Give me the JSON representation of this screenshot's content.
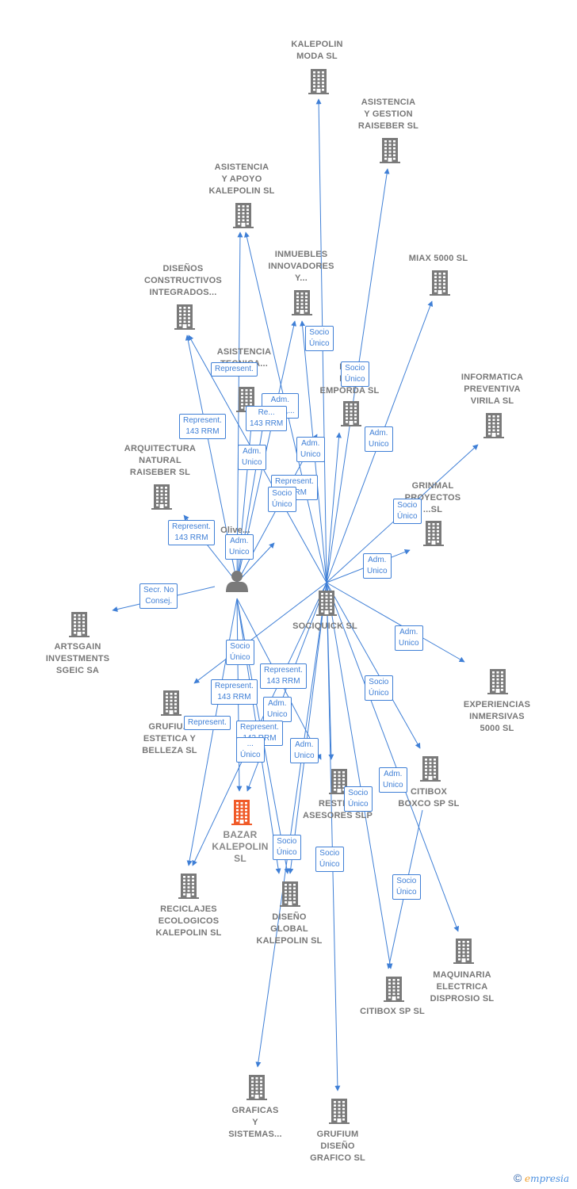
{
  "nodes": [
    {
      "id": "kalepolin_moda",
      "label": "KALEPOLIN\nMODA  SL",
      "type": "company"
    },
    {
      "id": "asistencia_gestion",
      "label": "ASISTENCIA\nY GESTION\nRAISEBER  SL",
      "type": "company"
    },
    {
      "id": "asistencia_apoyo",
      "label": "ASISTENCIA\nY APOYO\nKALEPOLIN  SL",
      "type": "company"
    },
    {
      "id": "inmuebles",
      "label": "INMUEBLES\nINNOVADORES\nY...",
      "type": "company"
    },
    {
      "id": "miax",
      "label": "MIAX 5000  SL",
      "type": "company"
    },
    {
      "id": "disenos",
      "label": "DISEÑOS\nCONSTRUCTIVOS\nINTEGRADOS...",
      "type": "company"
    },
    {
      "id": "asistencia_tecnica",
      "label": "ASISTENCIA\nTECNICA...",
      "type": "company"
    },
    {
      "id": "re_emporda",
      "label": "RE...\nDE...\nEMPORDA  SL",
      "type": "company"
    },
    {
      "id": "informatica",
      "label": "INFORMATICA\nPREVENTIVA\nVIRILA  SL",
      "type": "company"
    },
    {
      "id": "arquitectura",
      "label": "ARQUITECTURA\nNATURAL\nRAISEBER  SL",
      "type": "company"
    },
    {
      "id": "grinmal",
      "label": "GRINMAL\nPROYECTOS\n...SL",
      "type": "company"
    },
    {
      "id": "person",
      "label": "Olive...\nA...",
      "type": "person"
    },
    {
      "id": "socioquick",
      "label": "SOCIQUICK  SL",
      "type": "company"
    },
    {
      "id": "artsgain",
      "label": "ARTSGAIN\nINVESTMENTS\nSGEIC SA",
      "type": "company"
    },
    {
      "id": "experiencias",
      "label": "EXPERIENCIAS\nINMERSIVAS\n5000  SL",
      "type": "company"
    },
    {
      "id": "grufium_estetica",
      "label": "GRUFIU...\nESTETICA Y\nBELLEZA  SL",
      "type": "company"
    },
    {
      "id": "citibox_boxco",
      "label": "CITIBOX\nBOXCO SP  SL",
      "type": "company"
    },
    {
      "id": "restr_asesores",
      "label": "RESTR...\nASESORES SLP",
      "type": "company"
    },
    {
      "id": "bazar",
      "label": "BAZAR\nKALEPOLIN\nSL",
      "type": "focus"
    },
    {
      "id": "reciclajes",
      "label": "RECICLAJES\nECOLOGICOS\nKALEPOLIN  SL",
      "type": "company"
    },
    {
      "id": "diseno_global",
      "label": "DISEÑO\nGLOBAL\nKALEPOLIN  SL",
      "type": "company"
    },
    {
      "id": "maquinaria",
      "label": "MAQUINARIA\nELECTRICA\nDISPROSIO  SL",
      "type": "company"
    },
    {
      "id": "citibox_sp",
      "label": "CITIBOX SP  SL",
      "type": "company"
    },
    {
      "id": "graficas",
      "label": "GRAFICAS\nY\nSISTEMAS...",
      "type": "company"
    },
    {
      "id": "grufium_diseno",
      "label": "GRUFIUM\nDISEÑO\nGRAFICO  SL",
      "type": "company"
    }
  ],
  "relations": [
    {
      "label": "Socio\nÚnico"
    },
    {
      "label": "Socio\nÚnico"
    },
    {
      "label": "Represent."
    },
    {
      "label": "Adm.\nUnico,..."
    },
    {
      "label": "Re...\n143 RRM"
    },
    {
      "label": "Represent.\n143 RRM"
    },
    {
      "label": "Adm.\nUnico"
    },
    {
      "label": "Adm.\nUnico"
    },
    {
      "label": "Adm.\nUnico"
    },
    {
      "label": "Represent.\n...RRM"
    },
    {
      "label": "Socio\nÚnico"
    },
    {
      "label": "Socio\nÚnico"
    },
    {
      "label": "Represent.\n143 RRM"
    },
    {
      "label": "Adm.\nUnico"
    },
    {
      "label": "Adm.\nUnico"
    },
    {
      "label": "Secr.  No\nConsej."
    },
    {
      "label": "Adm.\nUnico"
    },
    {
      "label": "Socio\nÚnico"
    },
    {
      "label": "Represent.\n143 RRM"
    },
    {
      "label": "Socio\nÚnico"
    },
    {
      "label": "Represent.\n143 RRM"
    },
    {
      "label": "Adm.\nUnico"
    },
    {
      "label": "Represent."
    },
    {
      "label": "Represent.\n143 RRM"
    },
    {
      "label": "...\nÚnico"
    },
    {
      "label": "Adm.\nUnico"
    },
    {
      "label": "Adm.\nUnico"
    },
    {
      "label": "Socio\nÚnico"
    },
    {
      "label": "Socio\nÚnico"
    },
    {
      "label": "Socio\nÚnico"
    },
    {
      "label": "Socio\nÚnico"
    }
  ],
  "footer": {
    "copyright": "©",
    "brand_e": "e",
    "brand_rest": "mpresia"
  },
  "colors": {
    "edge": "#3f7fd6",
    "company_icon": "#7a7a7a",
    "focus_icon": "#f05a28",
    "person_icon": "#7a7a7a"
  }
}
